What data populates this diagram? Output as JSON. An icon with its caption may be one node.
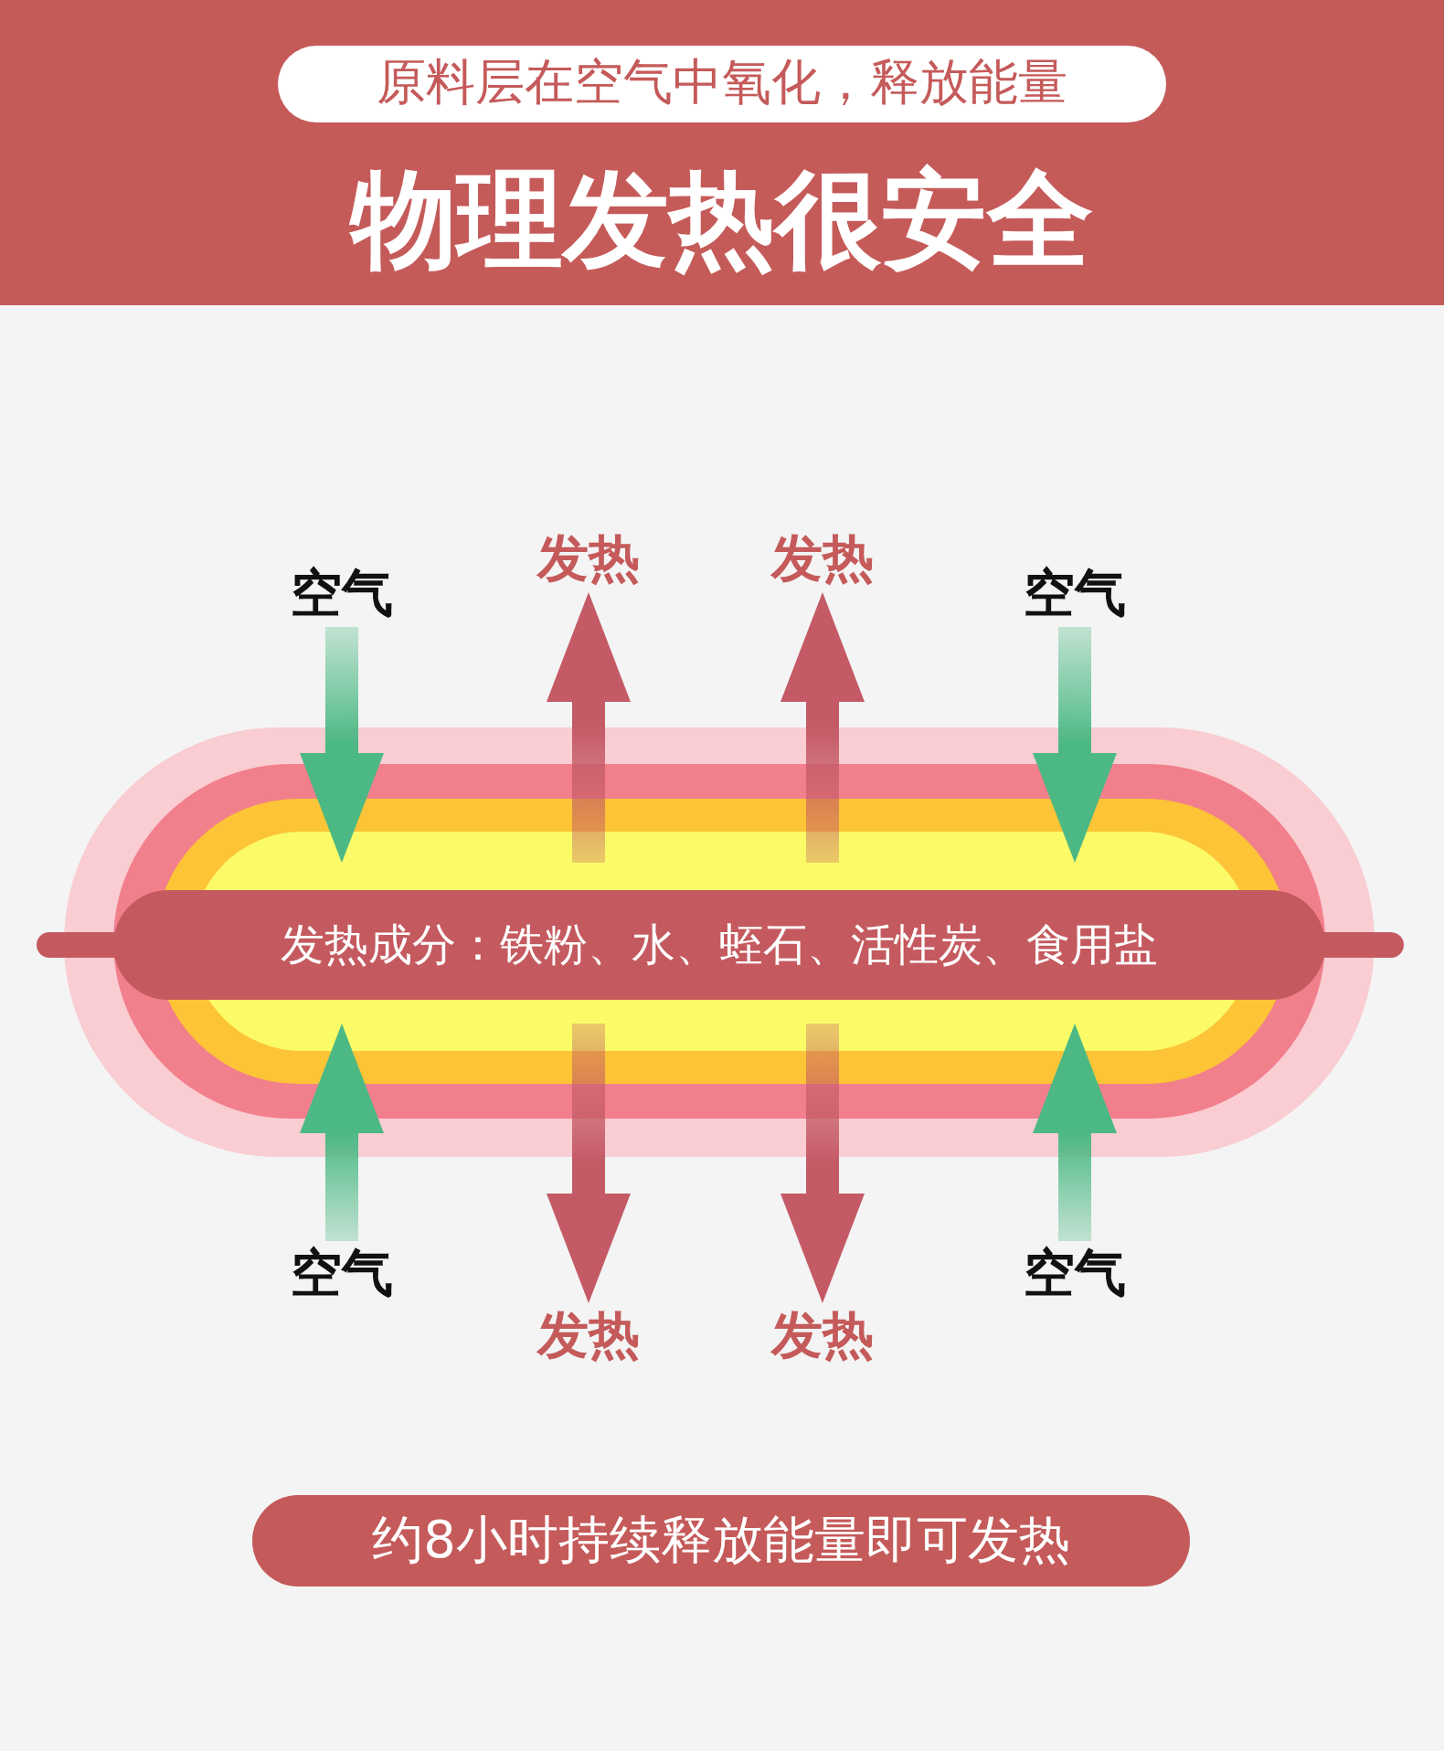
{
  "diagram": {
    "title": "物理发热很安全",
    "nodes": [
      {
        "text": [
          "原料层在空气中氧化，释放能量"
        ]
      },
      {
        "text": [
          "空气"
        ]
      },
      {
        "text": [
          "发热"
        ]
      },
      {
        "text": [
          "发热"
        ]
      },
      {
        "text": [
          "空气"
        ]
      },
      {
        "text": [],
        "shape": "capsule"
      },
      {
        "text": [
          "发热成分：铁粉、水、蛭石、活性炭、食用盐"
        ],
        "in": 5
      },
      {
        "text": [
          "空气"
        ]
      },
      {
        "text": [
          "发热"
        ]
      },
      {
        "text": [
          "发热"
        ]
      },
      {
        "text": [
          "空气"
        ]
      },
      {
        "text": [
          "约8小时持续释放能量即可发热"
        ]
      }
    ],
    "edges": [
      {
        "from": 1,
        "to": 5,
        "arrow": "to",
        "color": "#4cb984"
      },
      {
        "from": 5,
        "to": 2,
        "arrow": "to"
      },
      {
        "from": 5,
        "to": 3,
        "arrow": "to"
      },
      {
        "from": 4,
        "to": 5,
        "arrow": "to",
        "color": "#4cb984"
      },
      {
        "from": 7,
        "to": 5,
        "arrow": "to",
        "color": "#4cb984"
      },
      {
        "from": 5,
        "to": 8,
        "arrow": "to"
      },
      {
        "from": 5,
        "to": 9,
        "arrow": "to"
      },
      {
        "from": 10,
        "to": 5,
        "arrow": "to",
        "color": "#4cb984"
      }
    ]
  }
}
